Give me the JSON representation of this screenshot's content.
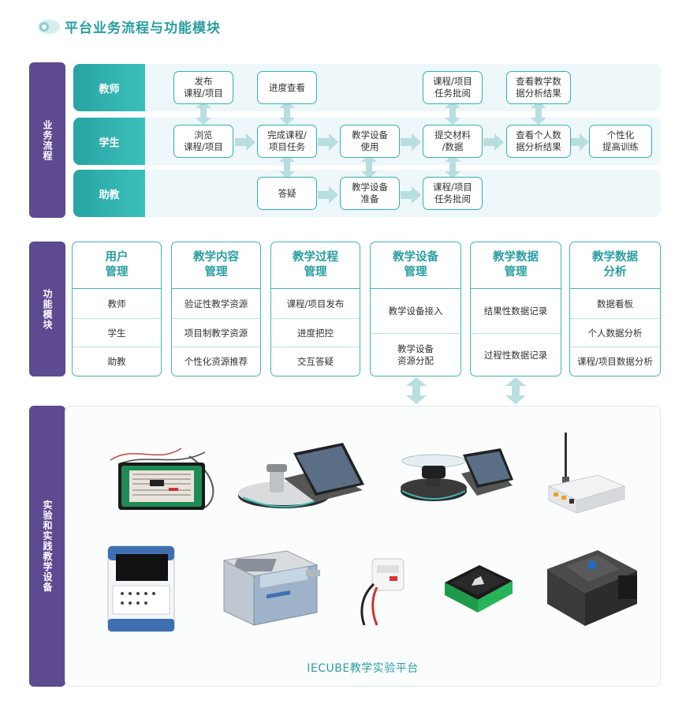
{
  "title": "平台业务流程与功能模块",
  "colors": {
    "teal": "#34b1b0",
    "purple": "#5e4a91",
    "lane_bg": "#eef7f9",
    "arrow": "#b8dedf"
  },
  "sections": {
    "business": "业务流程",
    "modules": "功能模块",
    "devices": "实验和实践教学设备"
  },
  "lanes": [
    "教师",
    "学生",
    "助教"
  ],
  "flow": {
    "teacher": [
      "发布\n课程/项目",
      "进度查看",
      "课程/项目\n任务批阅",
      "查看教学数\n据分析结果"
    ],
    "student": [
      "浏览\n课程/项目",
      "完成课程/\n项目任务",
      "教学设备\n使用",
      "提交材料\n/数据",
      "查看个人数\n据分析结果",
      "个性化\n提高训练"
    ],
    "ta": [
      "答疑",
      "教学设备\n准备",
      "课程/项目\n任务批阅"
    ]
  },
  "modules": [
    {
      "title": "用户\n管理",
      "items": [
        "教师",
        "学生",
        "助教"
      ]
    },
    {
      "title": "教学内容\n管理",
      "items": [
        "验证性教学资源",
        "项目制教学资源",
        "个性化资源推荐"
      ]
    },
    {
      "title": "教学过程\n管理",
      "items": [
        "课程/项目发布",
        "进度把控",
        "交互答疑"
      ]
    },
    {
      "title": "教学设备\n管理",
      "items": [
        "教学设备接入",
        "教学设备\n资源分配"
      ]
    },
    {
      "title": "教学数据\n管理",
      "items": [
        "结果性数据记录",
        "过程性数据记录"
      ]
    },
    {
      "title": "教学数据\n分析",
      "items": [
        "数据看板",
        "个人数据分析",
        "课程/项目数据分析"
      ]
    }
  ],
  "devices": [
    "breadboard-kit",
    "tablet-station",
    "drone-station",
    "radio-box",
    "test-cabinet",
    "case-box",
    "current-probe",
    "square-device",
    "daq-device"
  ],
  "platform_label": "IECUBE教学实验平台"
}
